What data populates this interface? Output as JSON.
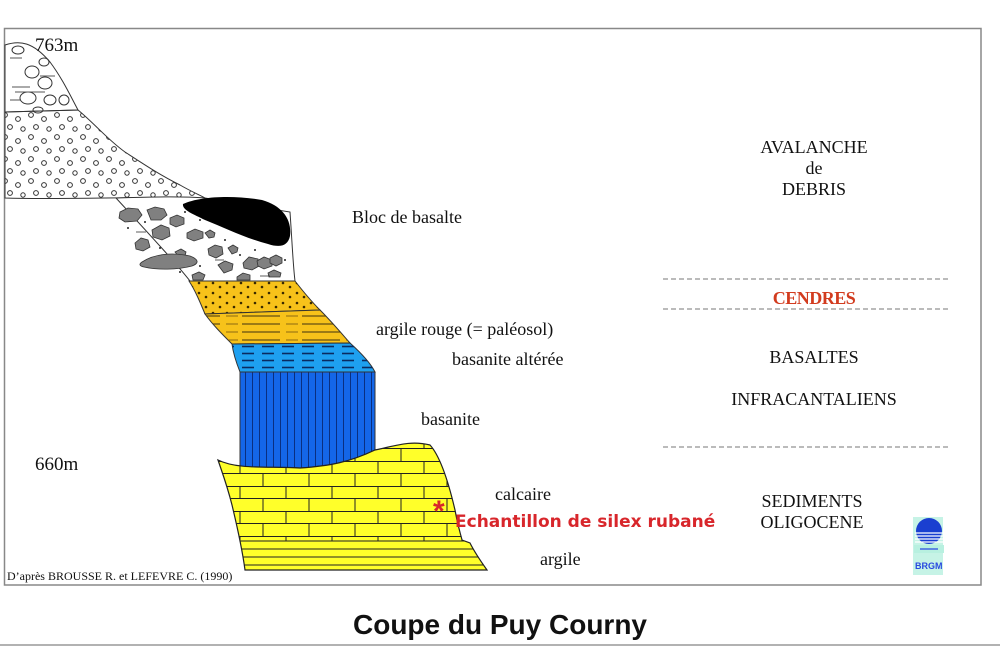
{
  "diagram": {
    "title": "Coupe du Puy Courny",
    "credit": "D’après BROUSSE R. et LEFEVRE C. (1990)",
    "altitudes": {
      "top": "763m",
      "bottom": "660m"
    },
    "layer_labels": {
      "bloc": "Bloc de basalte",
      "argile_rouge": "argile rouge (= paléosol)",
      "basanite_alteree": "basanite altérée",
      "basanite": "basanite",
      "calcaire": "calcaire",
      "argile": "argile"
    },
    "sample": {
      "marker": "*",
      "label": "Echantillon de silex rubané",
      "color": "#d8262b"
    },
    "units": {
      "avalanche_line1": "AVALANCHE",
      "avalanche_line2": "de",
      "avalanche_line3": "DEBRIS",
      "cendres": "CENDRES",
      "basaltes_line1": "BASALTES",
      "basaltes_line2": "INFRACANTALIENS",
      "sediments_line1": "SEDIMENTS",
      "sediments_line2": "OLIGOCENE"
    },
    "logo": {
      "text": "BRGM"
    },
    "colors": {
      "orange_layer": "#f7c21a",
      "light_blue_layer": "#1ea0f0",
      "dark_blue_layer": "#1466e8",
      "calcaire_yellow": "#ffff2a",
      "pebble_gray": "#808080",
      "basalt_block": "#000000",
      "cendres_red": "#d23b1e"
    }
  }
}
